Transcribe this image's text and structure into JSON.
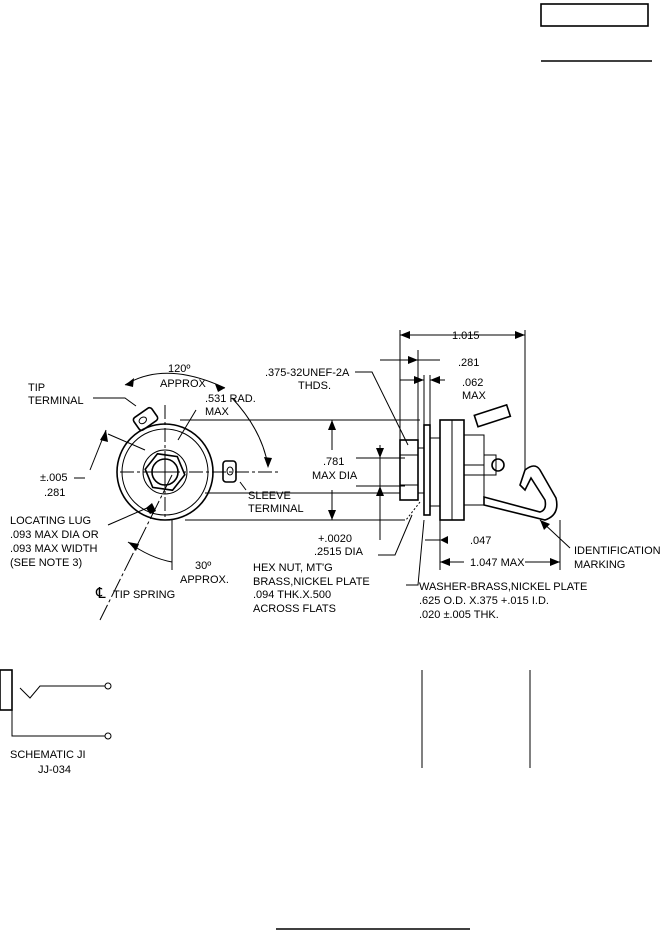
{
  "labels": {
    "angle_120": "120º",
    "approx_top": "APPROX",
    "tip_terminal_1": "TIP",
    "tip_terminal_2": "TERMINAL",
    "rad_1": ".531 RAD.",
    "rad_2": "MAX",
    "thread_1": ".375-32UNEF-2A",
    "thread_2": "THDS.",
    "dim_1015": "1.015",
    "dim_281_top": ".281",
    "dim_062_1": ".062",
    "dim_062_2": "MAX",
    "dia_781_1": ".781",
    "dia_781_2": "MAX DIA",
    "tol_1": "±.005",
    "tol_2": ".281",
    "sleeve_1": "SLEEVE",
    "sleeve_2": "TERMINAL",
    "lug_1": "LOCATING LUG",
    "lug_2": ".093 MAX DIA OR",
    "lug_3": ".093 MAX WIDTH",
    "lug_4": "(SEE NOTE 3)",
    "dia_2515_1": "+.0020",
    "dia_2515_2": ".2515 DIA",
    "dim_047": ".047",
    "dim_1047": "1.047 MAX",
    "ident_1": "IDENTIFICATION",
    "ident_2": "MARKING",
    "angle_30_1": "30º",
    "angle_30_2": "APPROX.",
    "hexnut_1": "HEX NUT, MT'G",
    "hexnut_2": "BRASS,NICKEL PLATE",
    "hexnut_3": ".094 THK.X.500",
    "hexnut_4": "ACROSS FLATS",
    "washer_1": "WASHER-BRASS,NICKEL PLATE",
    "washer_2": ".625 O.D. X.375 +.015 I.D.",
    "washer_3": ".020 ±.005 THK.",
    "tip_spring": "TIP SPRING",
    "cl_symbol": "℄",
    "schematic_1": "SCHEMATIC JI",
    "schematic_2": "JJ-034"
  }
}
